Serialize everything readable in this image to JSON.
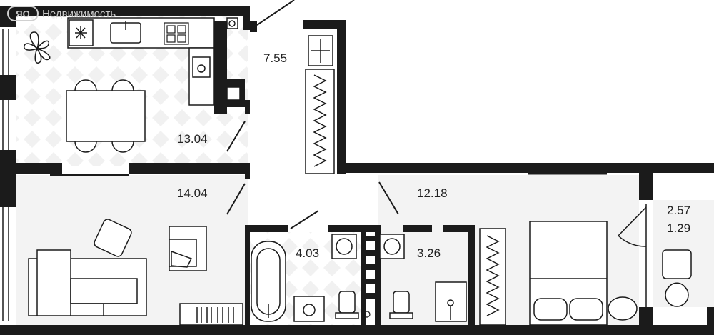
{
  "watermark": {
    "logo_text": "ЯО",
    "text": "Недвижимость"
  },
  "rooms": {
    "hall_area": "7.55",
    "kitchen_area": "13.04",
    "living_room_area": "14.04",
    "bedroom_area": "12.18",
    "bathroom_area": "4.03",
    "toilet_area": "3.26",
    "balcony_area_total": "2.57",
    "balcony_area_reduced": "1.29"
  },
  "colors": {
    "wall": "#1b1b1b",
    "floor_tile": "#f1f1f1",
    "furniture_stroke": "#1b1b1b"
  }
}
